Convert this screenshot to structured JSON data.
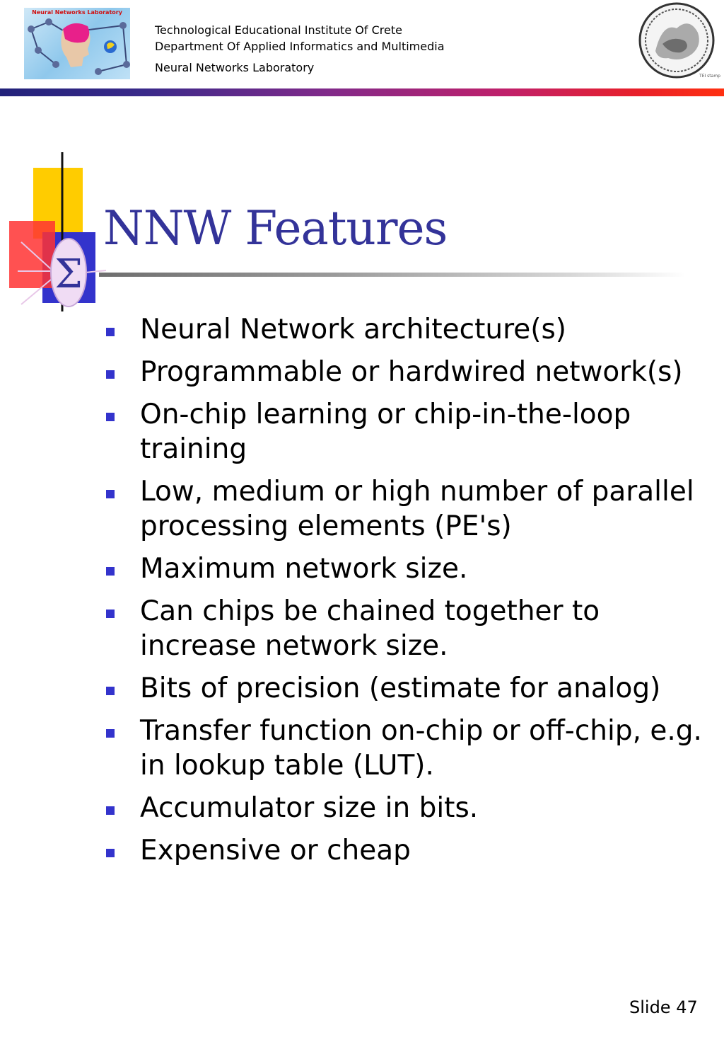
{
  "header": {
    "logo_text": "Neural Networks Laboratory",
    "line1": "Technological Educational Institute Of Crete",
    "line2": "Department Of Applied Informatics and Multimedia",
    "line3": "Neural Networks Laboratory",
    "seal_text": "TEI stamp"
  },
  "slide": {
    "title": "NNW Features",
    "decoration_symbol": "Σ",
    "bullets": [
      "Neural Network architecture(s)",
      "Programmable or hardwired network(s)",
      "On-chip learning or chip-in-the-loop training",
      "Low, medium or high number of parallel processing elements (PE's)",
      "Maximum network size.",
      "Can chips be chained together to increase network size.",
      "Bits of precision (estimate for analog)",
      "Transfer function on-chip or off-chip, e.g. in lookup table (LUT).",
      "Accumulator size in bits.",
      "Expensive or cheap"
    ],
    "footer": "Slide 47"
  },
  "colors": {
    "title": "#333399",
    "bullet": "#3333cc",
    "deco_yellow": "#ffcc00",
    "deco_red": "#ff3333",
    "deco_blue": "#3333cc"
  }
}
